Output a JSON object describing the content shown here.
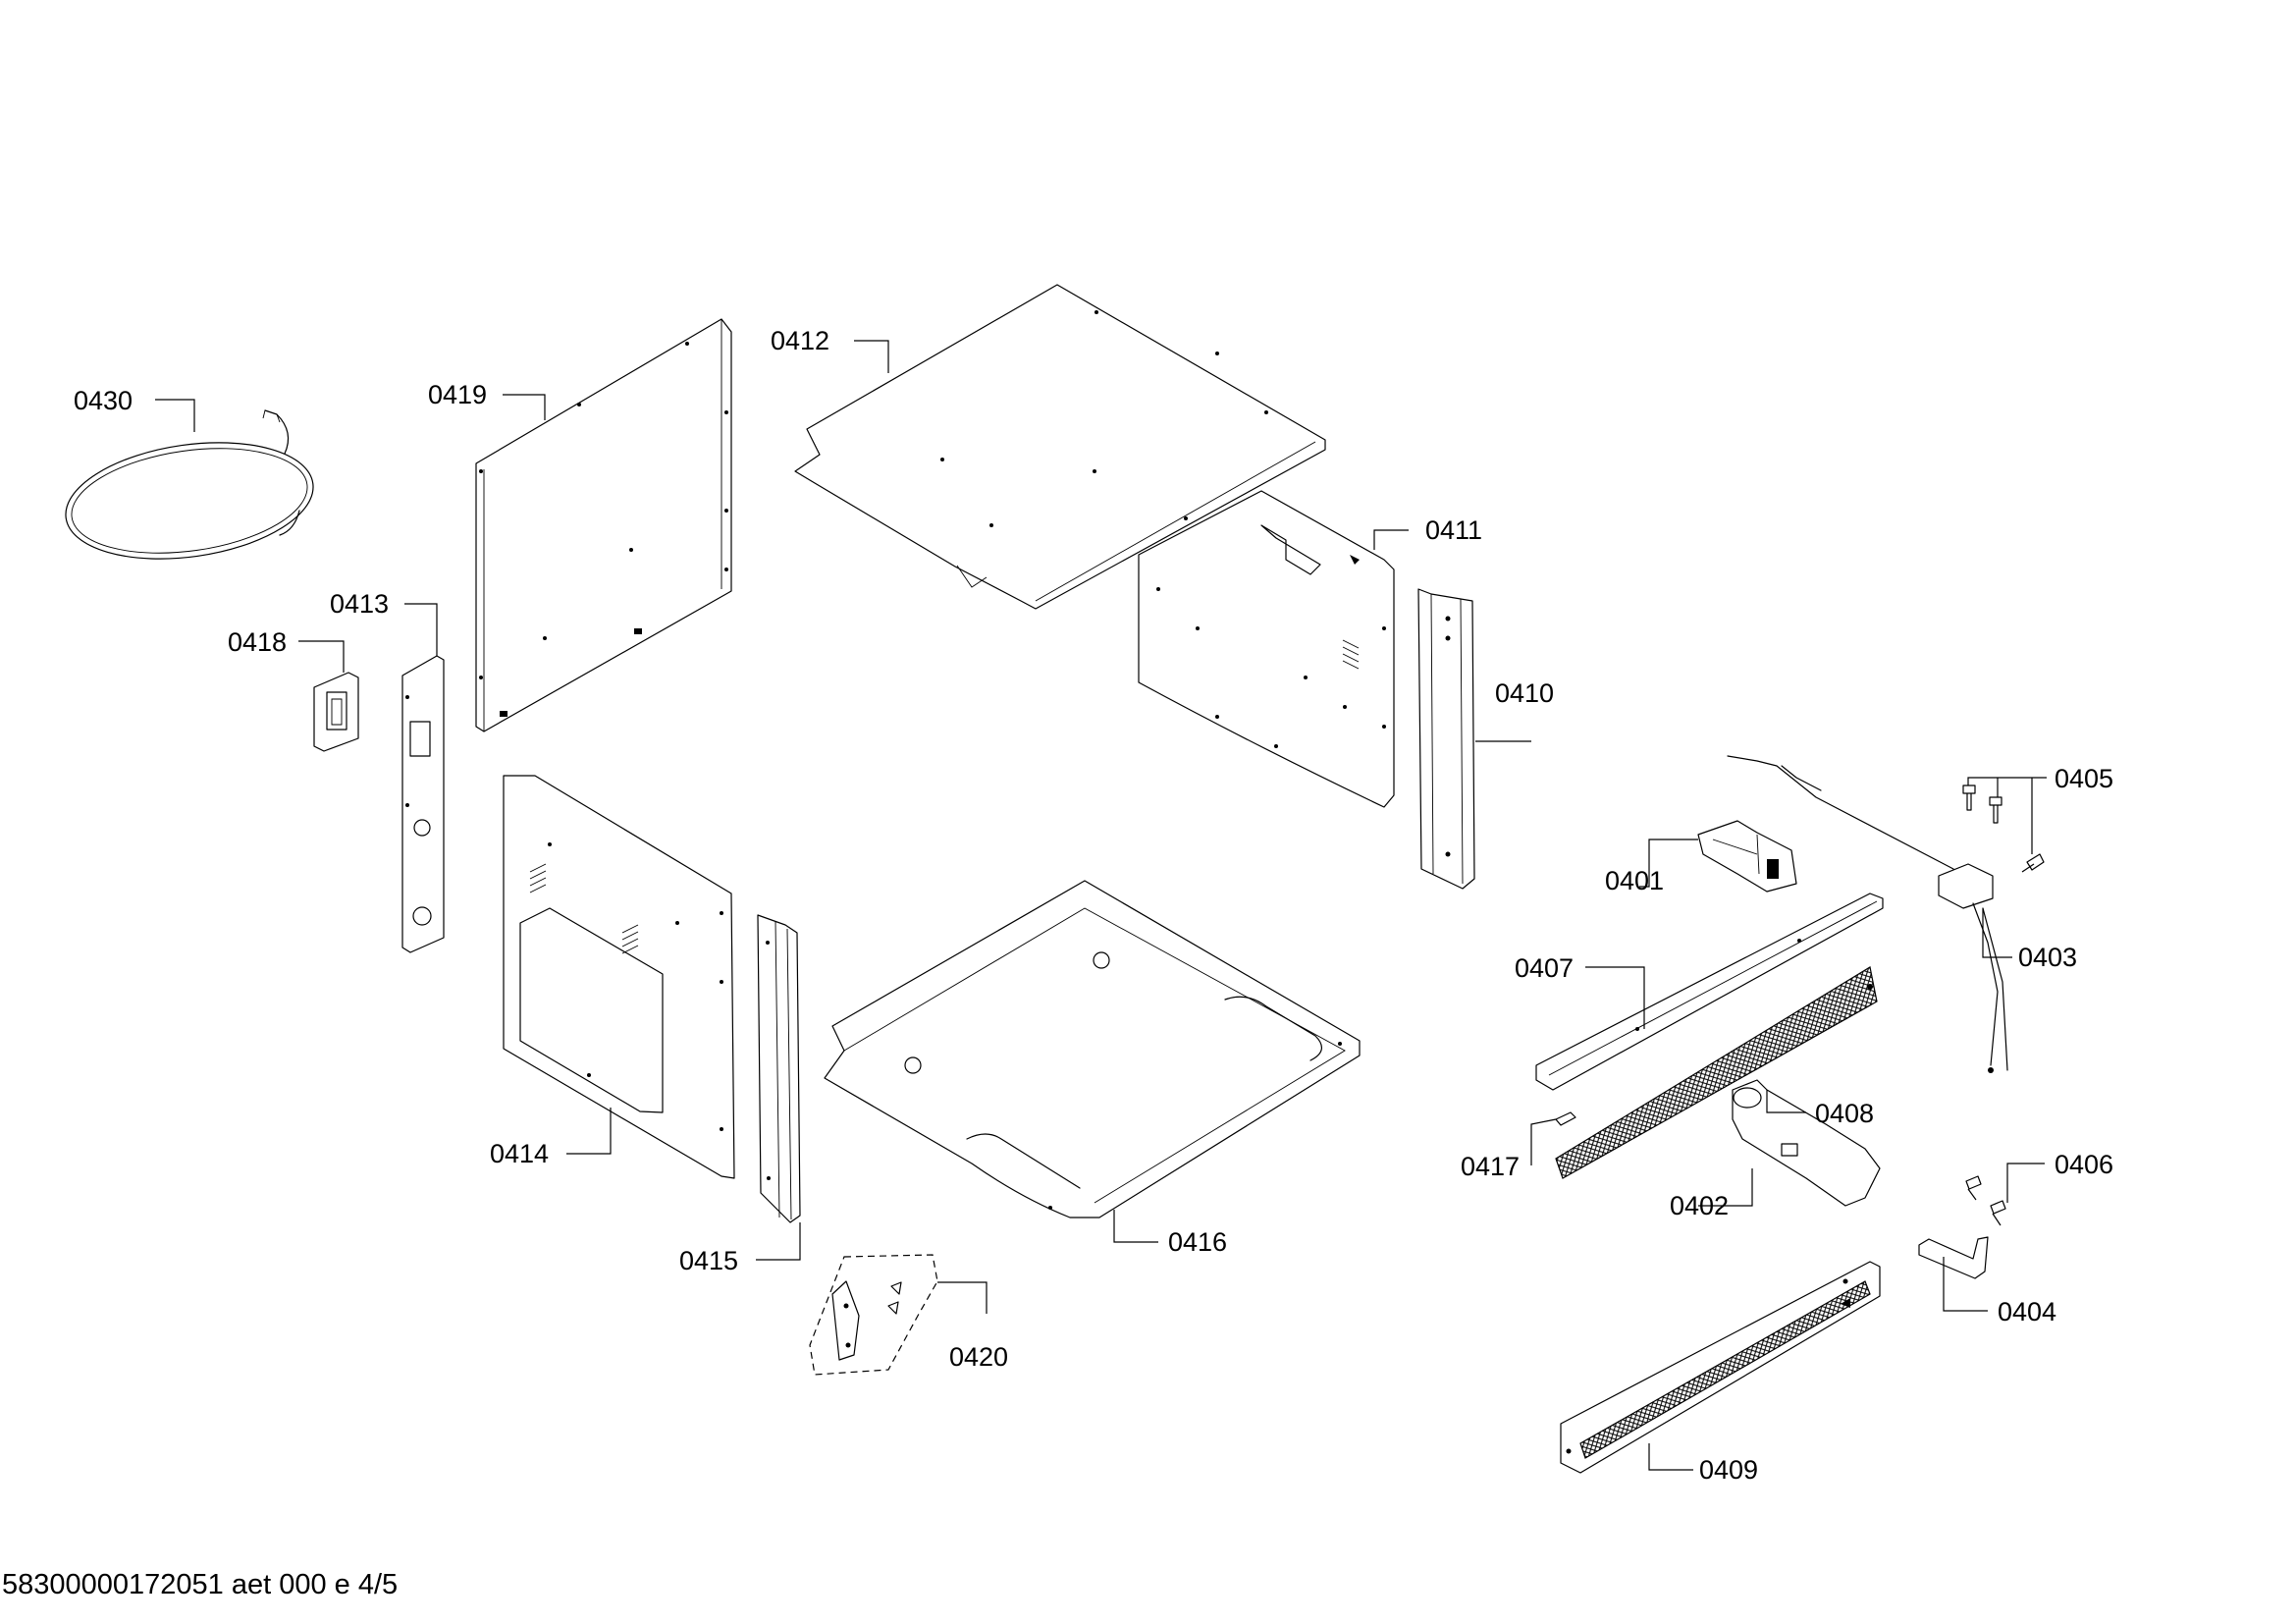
{
  "document_ref": "58300000172051 aet 000 e 4/5",
  "parts": [
    {
      "id": "p0401",
      "label": "0401"
    },
    {
      "id": "p0402",
      "label": "0402"
    },
    {
      "id": "p0403",
      "label": "0403"
    },
    {
      "id": "p0404",
      "label": "0404"
    },
    {
      "id": "p0405",
      "label": "0405"
    },
    {
      "id": "p0406",
      "label": "0406"
    },
    {
      "id": "p0407",
      "label": "0407"
    },
    {
      "id": "p0408",
      "label": "0408"
    },
    {
      "id": "p0409",
      "label": "0409"
    },
    {
      "id": "p0410",
      "label": "0410"
    },
    {
      "id": "p0411",
      "label": "0411"
    },
    {
      "id": "p0412",
      "label": "0412"
    },
    {
      "id": "p0413",
      "label": "0413"
    },
    {
      "id": "p0414",
      "label": "0414"
    },
    {
      "id": "p0415",
      "label": "0415"
    },
    {
      "id": "p0416",
      "label": "0416"
    },
    {
      "id": "p0417",
      "label": "0417"
    },
    {
      "id": "p0418",
      "label": "0418"
    },
    {
      "id": "p0419",
      "label": "0419"
    },
    {
      "id": "p0420",
      "label": "0420"
    },
    {
      "id": "p0430",
      "label": "0430"
    }
  ]
}
